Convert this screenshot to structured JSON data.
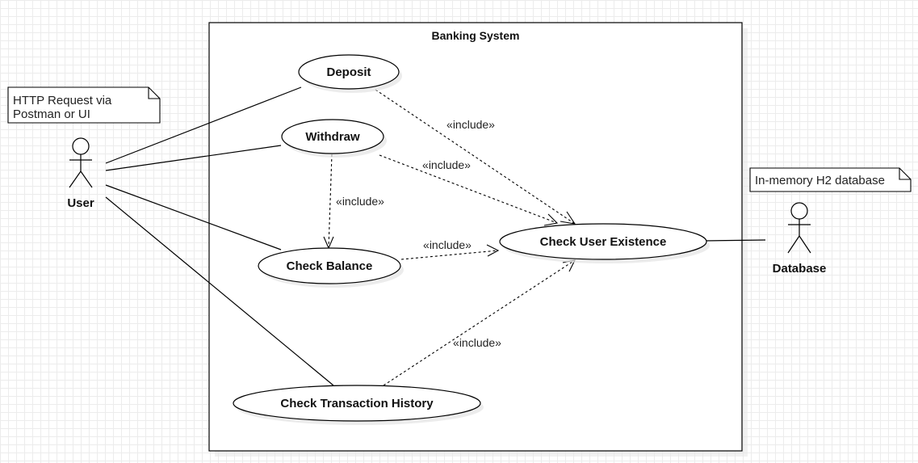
{
  "system": {
    "title": "Banking System"
  },
  "actors": {
    "user": {
      "label": "User"
    },
    "database": {
      "label": "Database"
    }
  },
  "notes": {
    "user_note": {
      "lines": [
        "HTTP Request via",
        "Postman or UI"
      ]
    },
    "database_note": {
      "lines": [
        "In-memory H2 database"
      ]
    }
  },
  "use_cases": {
    "deposit": "Deposit",
    "withdraw": "Withdraw",
    "check_balance": "Check Balance",
    "check_user_existence": "Check User Existence",
    "check_transaction_history": "Check Transaction History"
  },
  "relations": {
    "include_label": "«include»",
    "include_edges": [
      {
        "from": "deposit",
        "to": "check_user_existence"
      },
      {
        "from": "withdraw",
        "to": "check_user_existence"
      },
      {
        "from": "withdraw",
        "to": "check_balance"
      },
      {
        "from": "check_balance",
        "to": "check_user_existence"
      },
      {
        "from": "check_transaction_history",
        "to": "check_user_existence"
      }
    ],
    "associations": [
      {
        "from": "user",
        "to": "deposit"
      },
      {
        "from": "user",
        "to": "withdraw"
      },
      {
        "from": "user",
        "to": "check_balance"
      },
      {
        "from": "user",
        "to": "check_transaction_history"
      },
      {
        "from": "database",
        "to": "check_user_existence"
      }
    ]
  }
}
